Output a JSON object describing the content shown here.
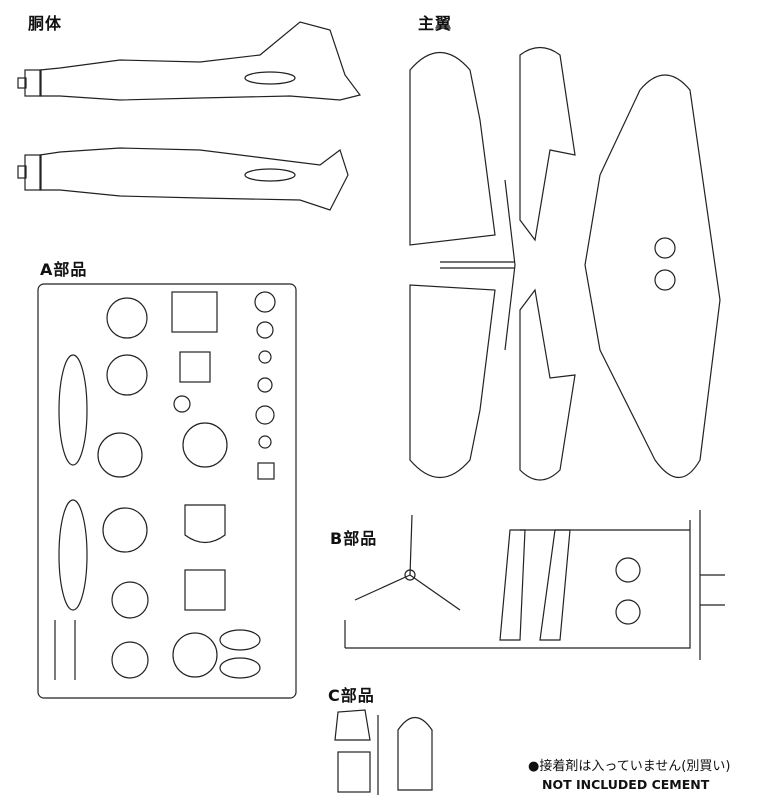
{
  "sections": {
    "fuselage": "胴体",
    "main_wing": "主翼",
    "parts_a": "A部品",
    "parts_b": "B部品",
    "parts_c": "C部品"
  },
  "note": {
    "jp": "●接着剤は入っていません(別買い)",
    "en": "NOT INCLUDED CEMENT"
  }
}
